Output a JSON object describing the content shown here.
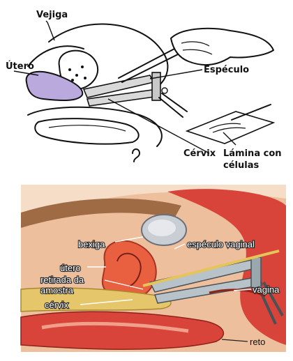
{
  "top_diagram": {
    "labels": {
      "bladder": "Vejiga",
      "uterus": "Útero",
      "speculum": "Espéculo",
      "cervix": "Cérvix",
      "slide_line1": "Lámina con",
      "slide_line2": "células"
    }
  },
  "bottom_diagram": {
    "labels": {
      "bladder": "bexiga",
      "speculum": "espéculo vaginal",
      "uterus": "útero",
      "sample_line1": "retirada da",
      "sample_line2": "amostra",
      "cervix": "cérvix",
      "vagina": "vagina",
      "rectum": "reto"
    }
  },
  "colors": {
    "line_art": "#111111",
    "uterus_tint": "#b9a9dd",
    "tissue_red": "#d8433a",
    "tissue_light": "#f2b98f",
    "bone_yellow": "#e6c66a",
    "speculum_steel": "#b7c3c9"
  }
}
